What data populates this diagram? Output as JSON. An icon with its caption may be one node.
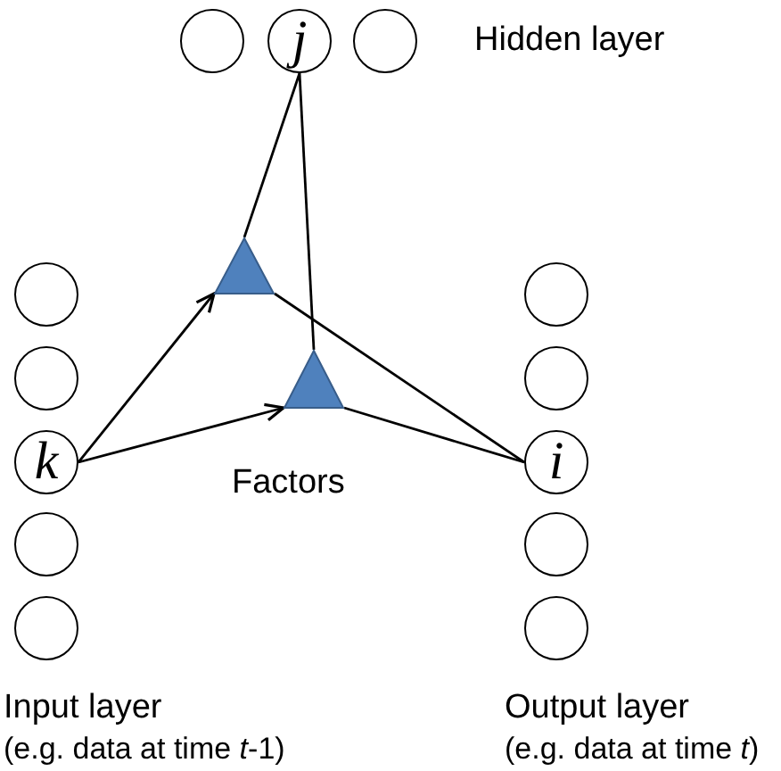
{
  "diagram": {
    "nodes": [
      {
        "text": [],
        "shape": "circle"
      },
      {
        "text": [
          "j"
        ]
      },
      {
        "text": [],
        "shape": "circle"
      },
      {
        "text": [],
        "shape": "circle"
      },
      {
        "text": [],
        "shape": "circle"
      },
      {
        "text": [
          "k"
        ]
      },
      {
        "text": [],
        "shape": "circle"
      },
      {
        "text": [],
        "shape": "circle"
      },
      {
        "text": [],
        "shape": "triangle"
      },
      {
        "text": [],
        "shape": "triangle"
      },
      {
        "text": [],
        "shape": "circle"
      },
      {
        "text": [],
        "shape": "circle"
      },
      {
        "text": [
          "i"
        ]
      },
      {
        "text": [],
        "shape": "circle"
      },
      {
        "text": [],
        "shape": "circle"
      }
    ],
    "edges": [
      {
        "from": 1,
        "to": 8,
        "arrow": "none"
      },
      {
        "from": 1,
        "to": 9,
        "arrow": "none"
      },
      {
        "from": 5,
        "to": 8,
        "arrow": "to"
      },
      {
        "from": 5,
        "to": 9,
        "arrow": "to"
      },
      {
        "from": 8,
        "to": 12,
        "arrow": "none"
      },
      {
        "from": 9,
        "to": 12,
        "arrow": "none"
      }
    ],
    "labels": [
      "Hidden layer",
      "Factors",
      "Input layer",
      "(e.g. data at time *t*-1)",
      "Output layer",
      "(e.g. data at time *t*)"
    ]
  }
}
